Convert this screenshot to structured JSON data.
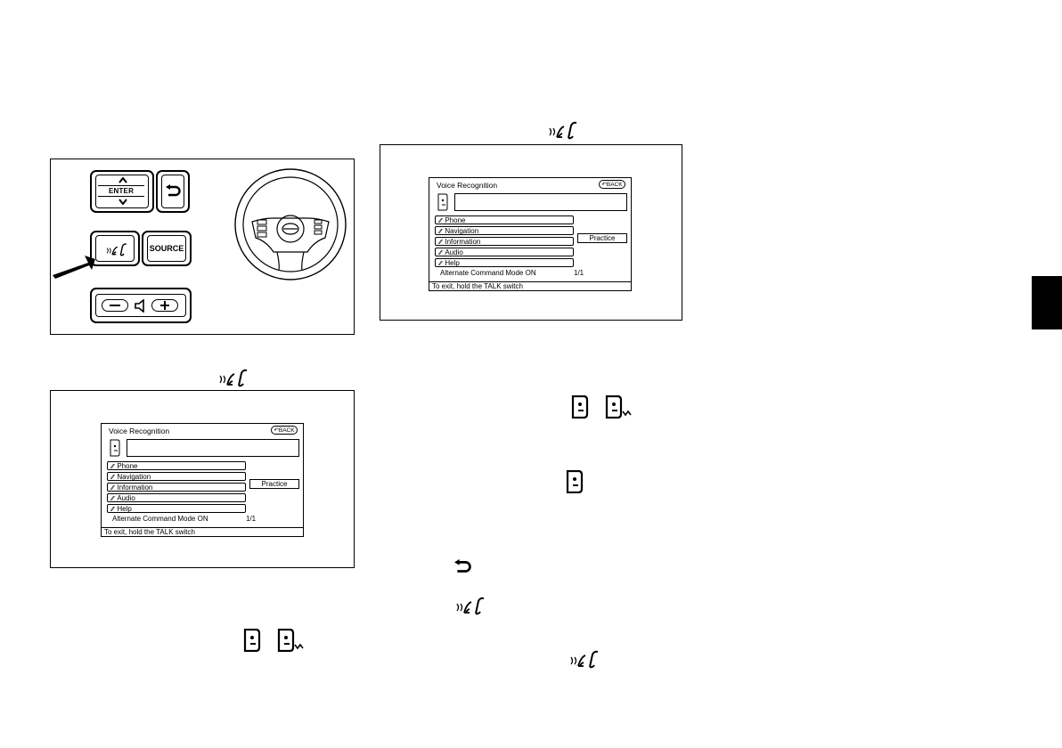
{
  "control_panel": {
    "enter_label": "ENTER",
    "source_label": "SOURCE"
  },
  "vr_screens": [
    {
      "title": "Voice Recognition",
      "back": "BACK",
      "items": [
        "Phone",
        "Navigation",
        "Information",
        "Audio",
        "Help"
      ],
      "practice": "Practice",
      "mode": "Alternate Command Mode ON",
      "page": "1/1",
      "footer": "To exit, hold the TALK switch"
    },
    {
      "title": "Voice Recognition",
      "back": "BACK",
      "items": [
        "Phone",
        "Navigation",
        "Information",
        "Audio",
        "Help"
      ],
      "practice": "Practice",
      "mode": "Alternate Command Mode ON",
      "page": "1/1",
      "footer": "To exit, hold the TALK switch"
    }
  ],
  "icons": {
    "talk": "talk-phone-icon",
    "listening": "listening-icon",
    "speaking": "speaking-icon",
    "back": "back-arrow-icon"
  },
  "colors": {
    "ink": "#000000",
    "paper": "#ffffff",
    "tab": "#000000"
  }
}
